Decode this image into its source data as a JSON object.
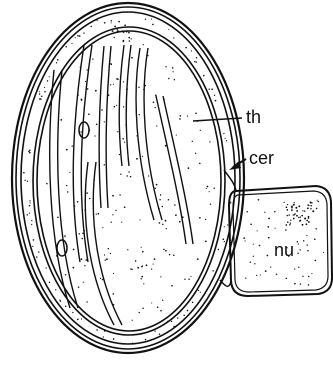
{
  "labels": {
    "thylakoid": "th",
    "cer": "cer",
    "nucleus": "nu"
  },
  "colors": {
    "ink": "#111111",
    "paper": "#ffffff"
  }
}
